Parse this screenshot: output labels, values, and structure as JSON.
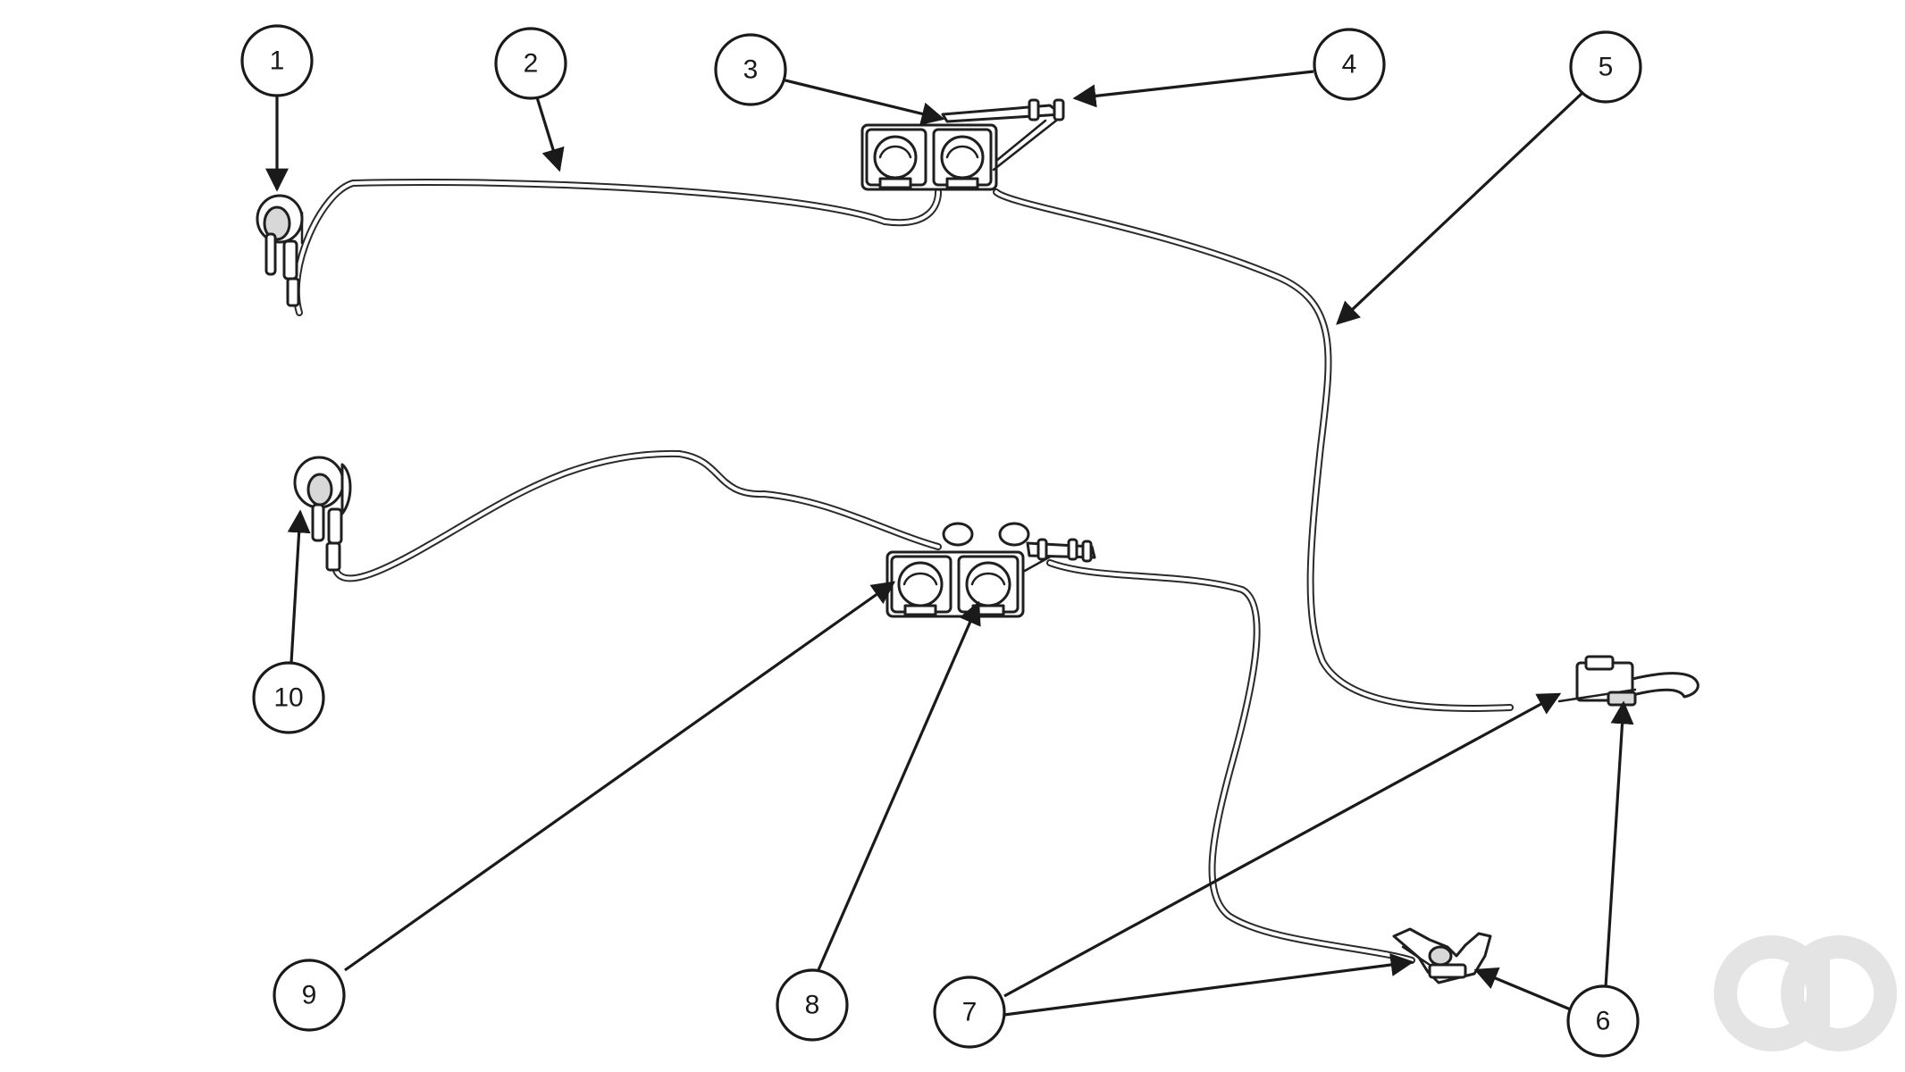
{
  "callouts": [
    {
      "id": "1",
      "label": "1"
    },
    {
      "id": "2",
      "label": "2"
    },
    {
      "id": "3",
      "label": "3"
    },
    {
      "id": "4",
      "label": "4"
    },
    {
      "id": "5",
      "label": "5"
    },
    {
      "id": "6",
      "label": "6"
    },
    {
      "id": "7",
      "label": "7"
    },
    {
      "id": "8",
      "label": "8"
    },
    {
      "id": "9",
      "label": "9"
    },
    {
      "id": "10",
      "label": "10"
    }
  ],
  "watermark": {
    "icon": "ao-logo-icon",
    "text": "ao"
  },
  "colors": {
    "line": "#1a1a1a",
    "background": "#ffffff",
    "watermark": "#e4e4e4"
  }
}
